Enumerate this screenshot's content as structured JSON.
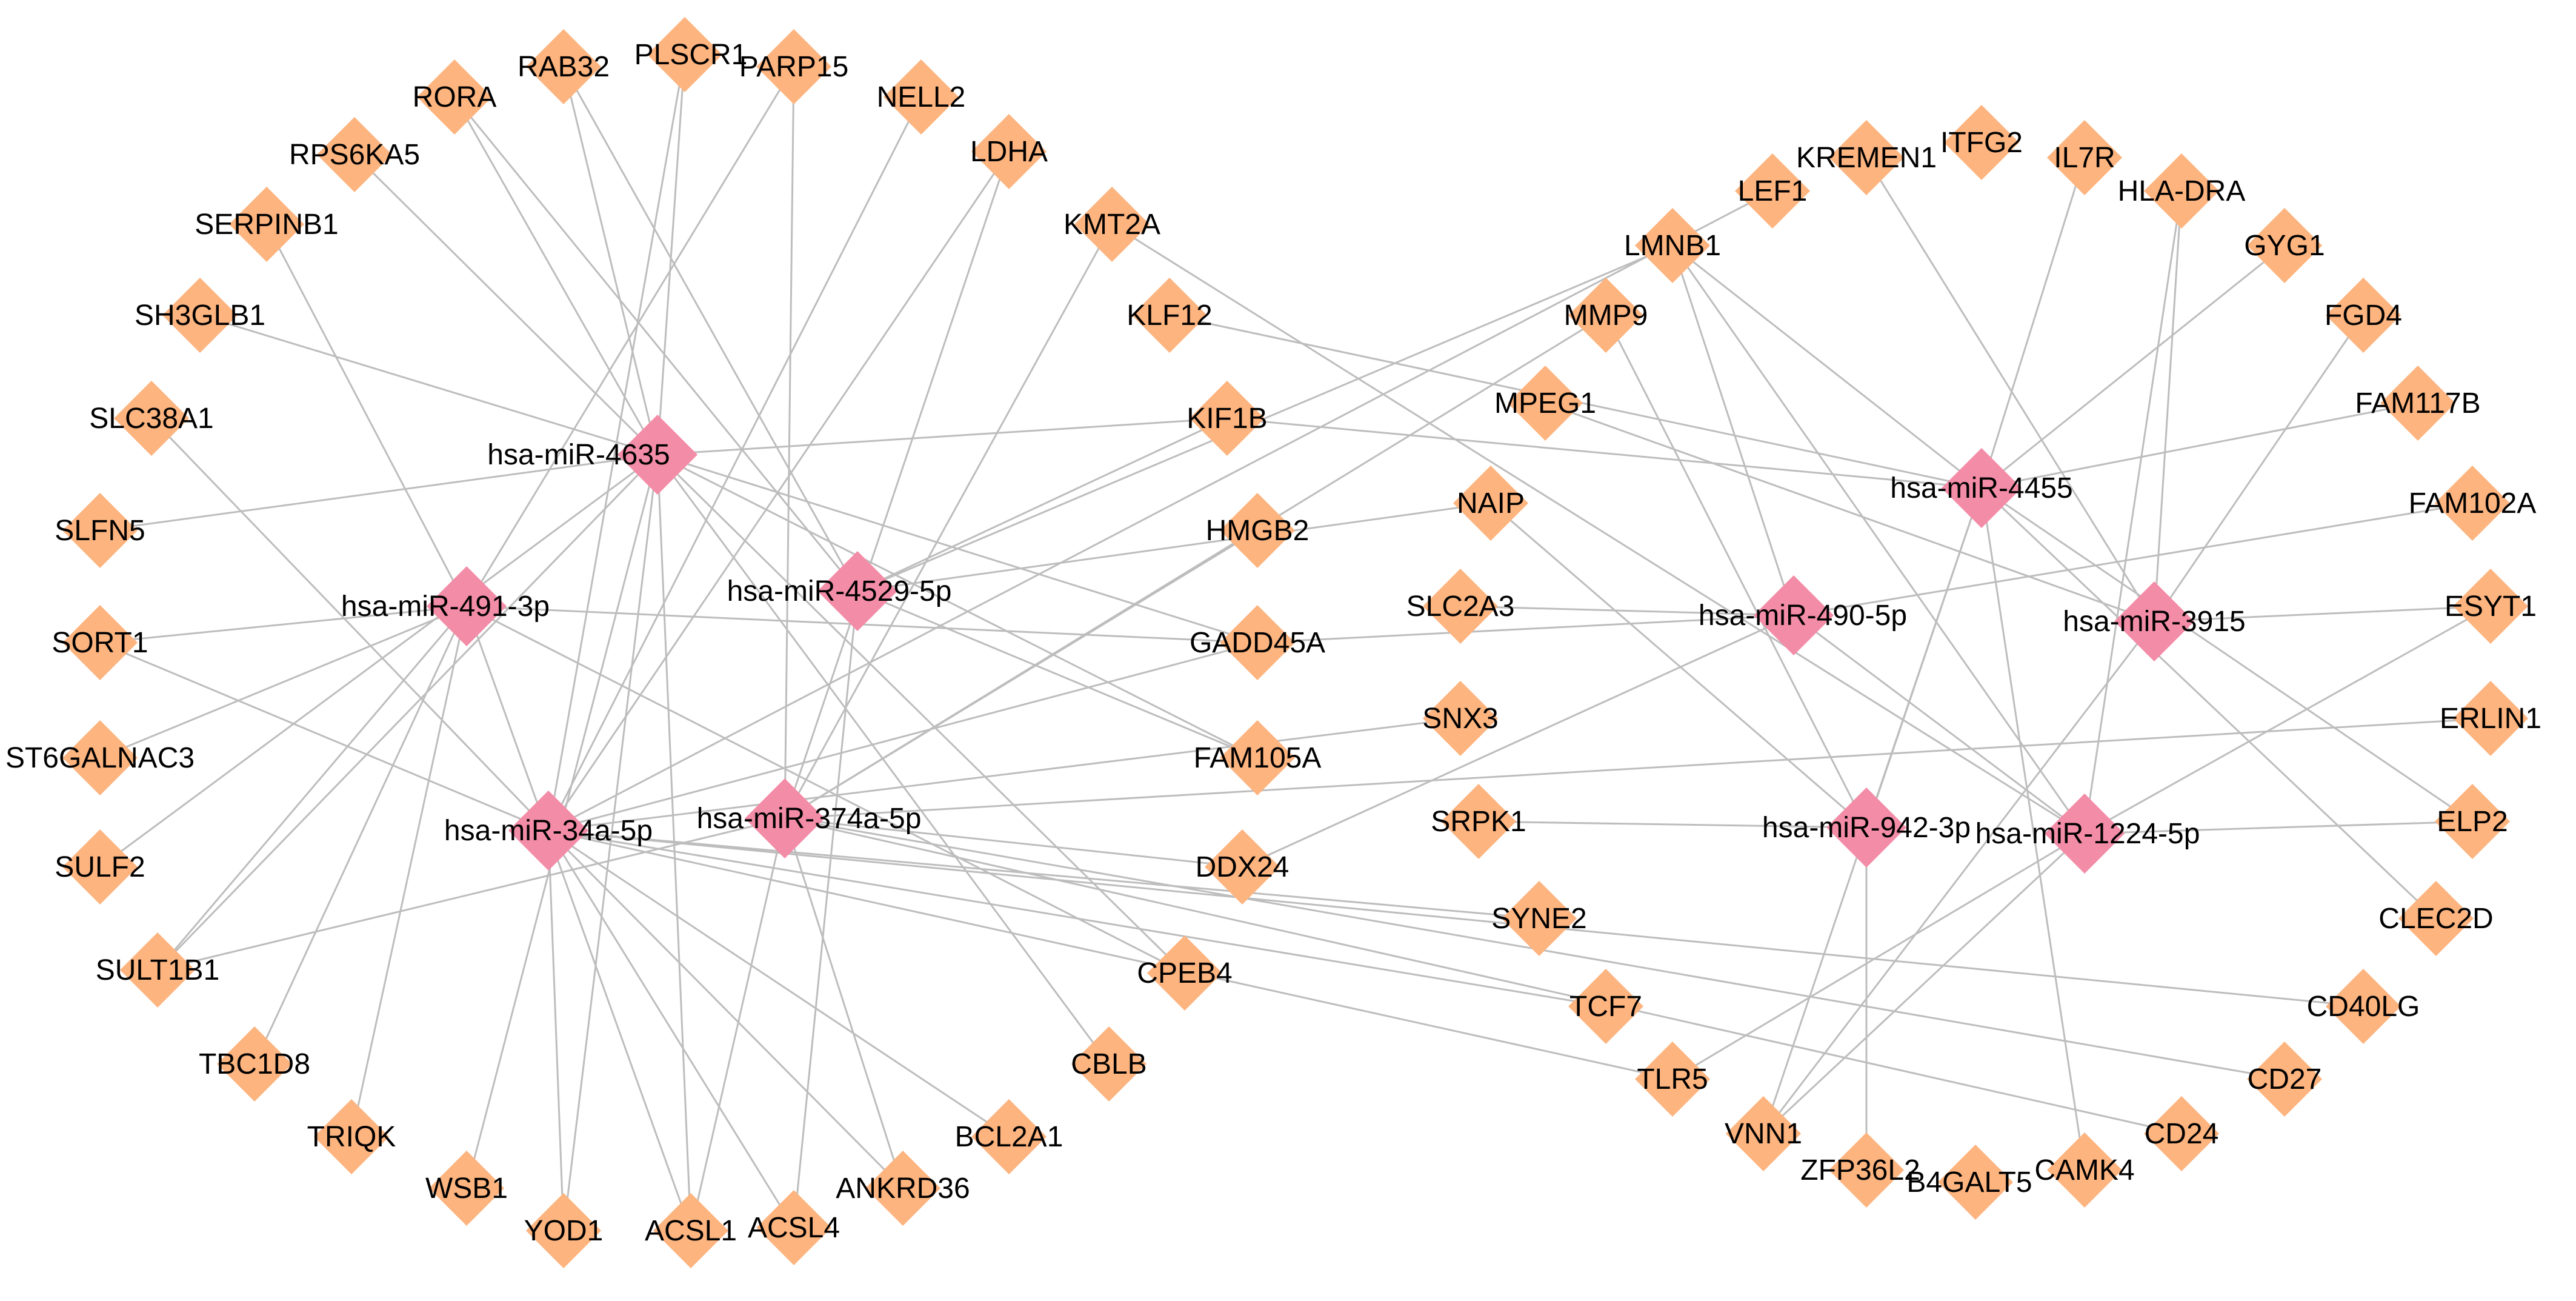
{
  "colors": {
    "gene": "#fdb47f",
    "mirna": "#f38ca7",
    "edge": "#bdbdbd"
  },
  "nodes": [
    {
      "id": "hsa-miR-4635",
      "type": "mirna"
    },
    {
      "id": "hsa-miR-491-3p",
      "type": "mirna"
    },
    {
      "id": "hsa-miR-4529-5p",
      "type": "mirna"
    },
    {
      "id": "hsa-miR-34a-5p",
      "type": "mirna"
    },
    {
      "id": "hsa-miR-374a-5p",
      "type": "mirna"
    },
    {
      "id": "hsa-miR-4455",
      "type": "mirna"
    },
    {
      "id": "hsa-miR-490-5p",
      "type": "mirna"
    },
    {
      "id": "hsa-miR-3915",
      "type": "mirna"
    },
    {
      "id": "hsa-miR-942-3p",
      "type": "mirna"
    },
    {
      "id": "hsa-miR-1224-5p",
      "type": "mirna"
    },
    {
      "id": "PLSCR1",
      "type": "gene"
    },
    {
      "id": "RAB32",
      "type": "gene"
    },
    {
      "id": "PARP15",
      "type": "gene"
    },
    {
      "id": "RORA",
      "type": "gene"
    },
    {
      "id": "NELL2",
      "type": "gene"
    },
    {
      "id": "RPS6KA5",
      "type": "gene"
    },
    {
      "id": "LDHA",
      "type": "gene"
    },
    {
      "id": "SERPINB1",
      "type": "gene"
    },
    {
      "id": "KMT2A",
      "type": "gene"
    },
    {
      "id": "SH3GLB1",
      "type": "gene"
    },
    {
      "id": "KLF12",
      "type": "gene"
    },
    {
      "id": "SLC38A1",
      "type": "gene"
    },
    {
      "id": "KIF1B",
      "type": "gene"
    },
    {
      "id": "SLFN5",
      "type": "gene"
    },
    {
      "id": "HMGB2",
      "type": "gene"
    },
    {
      "id": "SORT1",
      "type": "gene"
    },
    {
      "id": "GADD45A",
      "type": "gene"
    },
    {
      "id": "ST6GALNAC3",
      "type": "gene"
    },
    {
      "id": "FAM105A",
      "type": "gene"
    },
    {
      "id": "SULF2",
      "type": "gene"
    },
    {
      "id": "DDX24",
      "type": "gene"
    },
    {
      "id": "SULT1B1",
      "type": "gene"
    },
    {
      "id": "CPEB4",
      "type": "gene"
    },
    {
      "id": "TBC1D8",
      "type": "gene"
    },
    {
      "id": "CBLB",
      "type": "gene"
    },
    {
      "id": "TRIQK",
      "type": "gene"
    },
    {
      "id": "BCL2A1",
      "type": "gene"
    },
    {
      "id": "WSB1",
      "type": "gene"
    },
    {
      "id": "ANKRD36",
      "type": "gene"
    },
    {
      "id": "YOD1",
      "type": "gene"
    },
    {
      "id": "ACSL1",
      "type": "gene"
    },
    {
      "id": "ACSL4",
      "type": "gene"
    },
    {
      "id": "ITFG2",
      "type": "gene"
    },
    {
      "id": "KREMEN1",
      "type": "gene"
    },
    {
      "id": "IL7R",
      "type": "gene"
    },
    {
      "id": "LEF1",
      "type": "gene"
    },
    {
      "id": "HLA-DRA",
      "type": "gene"
    },
    {
      "id": "LMNB1",
      "type": "gene"
    },
    {
      "id": "GYG1",
      "type": "gene"
    },
    {
      "id": "MMP9",
      "type": "gene"
    },
    {
      "id": "FGD4",
      "type": "gene"
    },
    {
      "id": "MPEG1",
      "type": "gene"
    },
    {
      "id": "FAM117B",
      "type": "gene"
    },
    {
      "id": "NAIP",
      "type": "gene"
    },
    {
      "id": "FAM102A",
      "type": "gene"
    },
    {
      "id": "SLC2A3",
      "type": "gene"
    },
    {
      "id": "ESYT1",
      "type": "gene"
    },
    {
      "id": "SNX3",
      "type": "gene"
    },
    {
      "id": "ERLIN1",
      "type": "gene"
    },
    {
      "id": "SRPK1",
      "type": "gene"
    },
    {
      "id": "ELP2",
      "type": "gene"
    },
    {
      "id": "SYNE2",
      "type": "gene"
    },
    {
      "id": "CLEC2D",
      "type": "gene"
    },
    {
      "id": "TCF7",
      "type": "gene"
    },
    {
      "id": "CD40LG",
      "type": "gene"
    },
    {
      "id": "TLR5",
      "type": "gene"
    },
    {
      "id": "CD27",
      "type": "gene"
    },
    {
      "id": "VNN1",
      "type": "gene"
    },
    {
      "id": "CD24",
      "type": "gene"
    },
    {
      "id": "ZFP36L2",
      "type": "gene"
    },
    {
      "id": "CAMK4",
      "type": "gene"
    },
    {
      "id": "B4GALT5",
      "type": "gene"
    }
  ],
  "edges": [
    [
      "hsa-miR-4635",
      "PLSCR1"
    ],
    [
      "hsa-miR-4635",
      "RORA"
    ],
    [
      "hsa-miR-4635",
      "RAB32"
    ],
    [
      "hsa-miR-4635",
      "RPS6KA5"
    ],
    [
      "hsa-miR-4635",
      "SH3GLB1"
    ],
    [
      "hsa-miR-4635",
      "SLFN5"
    ],
    [
      "hsa-miR-4635",
      "KIF1B"
    ],
    [
      "hsa-miR-4635",
      "GADD45A"
    ],
    [
      "hsa-miR-4635",
      "CPEB4"
    ],
    [
      "hsa-miR-4635",
      "CBLB"
    ],
    [
      "hsa-miR-4635",
      "FAM105A"
    ],
    [
      "hsa-miR-4635",
      "SULF2"
    ],
    [
      "hsa-miR-4635",
      "SULT1B1"
    ],
    [
      "hsa-miR-4635",
      "YOD1"
    ],
    [
      "hsa-miR-4635",
      "ACSL1"
    ],
    [
      "hsa-miR-4635",
      "WSB1"
    ],
    [
      "hsa-miR-491-3p",
      "PARP15"
    ],
    [
      "hsa-miR-491-3p",
      "SERPINB1"
    ],
    [
      "hsa-miR-491-3p",
      "SORT1"
    ],
    [
      "hsa-miR-491-3p",
      "ST6GALNAC3"
    ],
    [
      "hsa-miR-491-3p",
      "TBC1D8"
    ],
    [
      "hsa-miR-491-3p",
      "TRIQK"
    ],
    [
      "hsa-miR-491-3p",
      "SULT1B1"
    ],
    [
      "hsa-miR-491-3p",
      "GADD45A"
    ],
    [
      "hsa-miR-491-3p",
      "CPEB4"
    ],
    [
      "hsa-miR-491-3p",
      "ACSL1"
    ],
    [
      "hsa-miR-4529-5p",
      "RAB32"
    ],
    [
      "hsa-miR-4529-5p",
      "RORA"
    ],
    [
      "hsa-miR-4529-5p",
      "LMNB1"
    ],
    [
      "hsa-miR-4529-5p",
      "KIF1B"
    ],
    [
      "hsa-miR-4529-5p",
      "FAM105A"
    ],
    [
      "hsa-miR-4529-5p",
      "ACSL4"
    ],
    [
      "hsa-miR-4529-5p",
      "NAIP"
    ],
    [
      "hsa-miR-34a-5p",
      "PLSCR1"
    ],
    [
      "hsa-miR-34a-5p",
      "NELL2"
    ],
    [
      "hsa-miR-34a-5p",
      "LDHA"
    ],
    [
      "hsa-miR-34a-5p",
      "SLC38A1"
    ],
    [
      "hsa-miR-34a-5p",
      "SORT1"
    ],
    [
      "hsa-miR-34a-5p",
      "GADD45A"
    ],
    [
      "hsa-miR-34a-5p",
      "SNX3"
    ],
    [
      "hsa-miR-34a-5p",
      "SYNE2"
    ],
    [
      "hsa-miR-34a-5p",
      "TCF7"
    ],
    [
      "hsa-miR-34a-5p",
      "TLR5"
    ],
    [
      "hsa-miR-34a-5p",
      "CD40LG"
    ],
    [
      "hsa-miR-34a-5p",
      "YOD1"
    ],
    [
      "hsa-miR-34a-5p",
      "ACSL4"
    ],
    [
      "hsa-miR-34a-5p",
      "BCL2A1"
    ],
    [
      "hsa-miR-34a-5p",
      "ANKRD36"
    ],
    [
      "hsa-miR-34a-5p",
      "LEF1"
    ],
    [
      "hsa-miR-374a-5p",
      "PARP15"
    ],
    [
      "hsa-miR-374a-5p",
      "KMT2A"
    ],
    [
      "hsa-miR-374a-5p",
      "HMGB2"
    ],
    [
      "hsa-miR-374a-5p",
      "LDHA"
    ],
    [
      "hsa-miR-374a-5p",
      "MMP9"
    ],
    [
      "hsa-miR-374a-5p",
      "ERLIN1"
    ],
    [
      "hsa-miR-374a-5p",
      "CD27"
    ],
    [
      "hsa-miR-374a-5p",
      "CD24"
    ],
    [
      "hsa-miR-374a-5p",
      "DDX24"
    ],
    [
      "hsa-miR-374a-5p",
      "ACSL1"
    ],
    [
      "hsa-miR-374a-5p",
      "ANKRD36"
    ],
    [
      "hsa-miR-374a-5p",
      "SULT1B1"
    ],
    [
      "hsa-miR-4455",
      "LMNB1"
    ],
    [
      "hsa-miR-4455",
      "IL7R"
    ],
    [
      "hsa-miR-4455",
      "GYG1"
    ],
    [
      "hsa-miR-4455",
      "FAM117B"
    ],
    [
      "hsa-miR-4455",
      "KIF1B"
    ],
    [
      "hsa-miR-4455",
      "KLF12"
    ],
    [
      "hsa-miR-4455",
      "CLEC2D"
    ],
    [
      "hsa-miR-4455",
      "CAMK4"
    ],
    [
      "hsa-miR-4455",
      "VNN1"
    ],
    [
      "hsa-miR-4455",
      "ELP2"
    ],
    [
      "hsa-miR-490-5p",
      "SLC2A3"
    ],
    [
      "hsa-miR-490-5p",
      "FAM102A"
    ],
    [
      "hsa-miR-490-5p",
      "GADD45A"
    ],
    [
      "hsa-miR-490-5p",
      "LMNB1"
    ],
    [
      "hsa-miR-490-5p",
      "DDX24"
    ],
    [
      "hsa-miR-490-5p",
      "hsa-miR-1224-5p"
    ],
    [
      "hsa-miR-3915",
      "KREMEN1"
    ],
    [
      "hsa-miR-3915",
      "HLA-DRA"
    ],
    [
      "hsa-miR-3915",
      "MPEG1"
    ],
    [
      "hsa-miR-3915",
      "ESYT1"
    ],
    [
      "hsa-miR-3915",
      "VNN1"
    ],
    [
      "hsa-miR-3915",
      "FGD4"
    ],
    [
      "hsa-miR-942-3p",
      "MMP9"
    ],
    [
      "hsa-miR-942-3p",
      "NAIP"
    ],
    [
      "hsa-miR-942-3p",
      "SRPK1"
    ],
    [
      "hsa-miR-942-3p",
      "ZFP36L2"
    ],
    [
      "hsa-miR-942-3p",
      "hsa-miR-4455"
    ],
    [
      "hsa-miR-1224-5p",
      "LMNB1"
    ],
    [
      "hsa-miR-1224-5p",
      "HLA-DRA"
    ],
    [
      "hsa-miR-1224-5p",
      "ELP2"
    ],
    [
      "hsa-miR-1224-5p",
      "ESYT1"
    ],
    [
      "hsa-miR-1224-5p",
      "VNN1"
    ],
    [
      "hsa-miR-1224-5p",
      "KMT2A"
    ],
    [
      "hsa-miR-1224-5p",
      "TLR5"
    ]
  ]
}
